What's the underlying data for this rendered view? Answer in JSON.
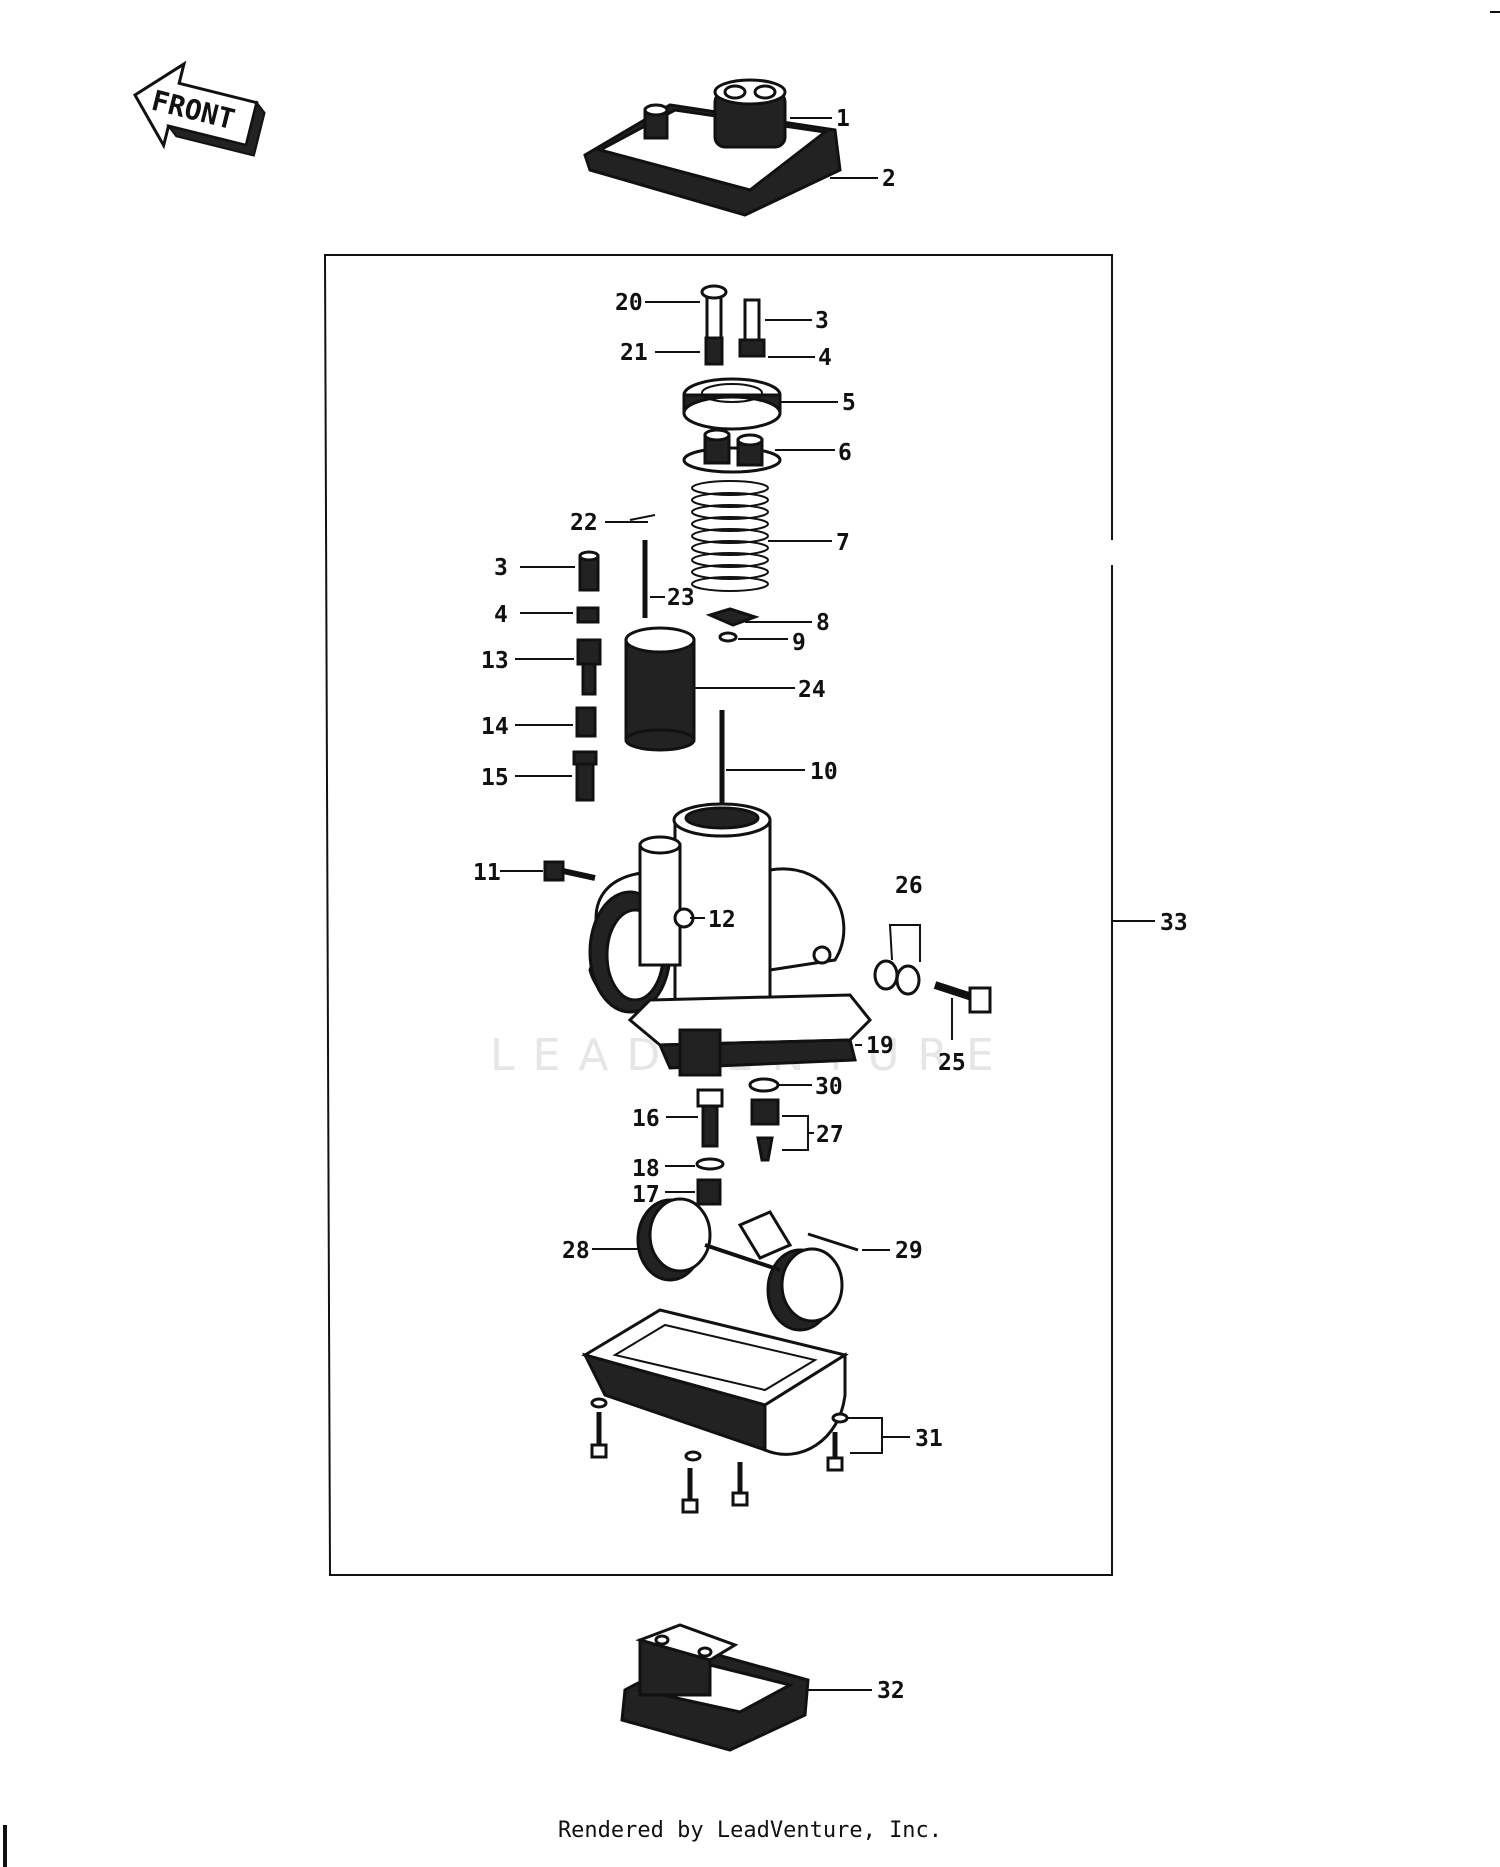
{
  "front_label": "FRONT",
  "watermark": "LEADVENTURE",
  "footer": "Rendered by LeadVenture, Inc.",
  "callouts": {
    "c1": "1",
    "c2": "2",
    "c3a": "3",
    "c3b": "3",
    "c4a": "4",
    "c4b": "4",
    "c5": "5",
    "c6": "6",
    "c7": "7",
    "c8": "8",
    "c9": "9",
    "c10": "10",
    "c11": "11",
    "c12": "12",
    "c13": "13",
    "c14": "14",
    "c15": "15",
    "c16": "16",
    "c17": "17",
    "c18": "18",
    "c19": "19",
    "c20": "20",
    "c21": "21",
    "c22": "22",
    "c23": "23",
    "c24": "24",
    "c25": "25",
    "c26": "26",
    "c27": "27",
    "c28": "28",
    "c29": "29",
    "c30": "30",
    "c31": "31",
    "c32": "32",
    "c33": "33"
  }
}
